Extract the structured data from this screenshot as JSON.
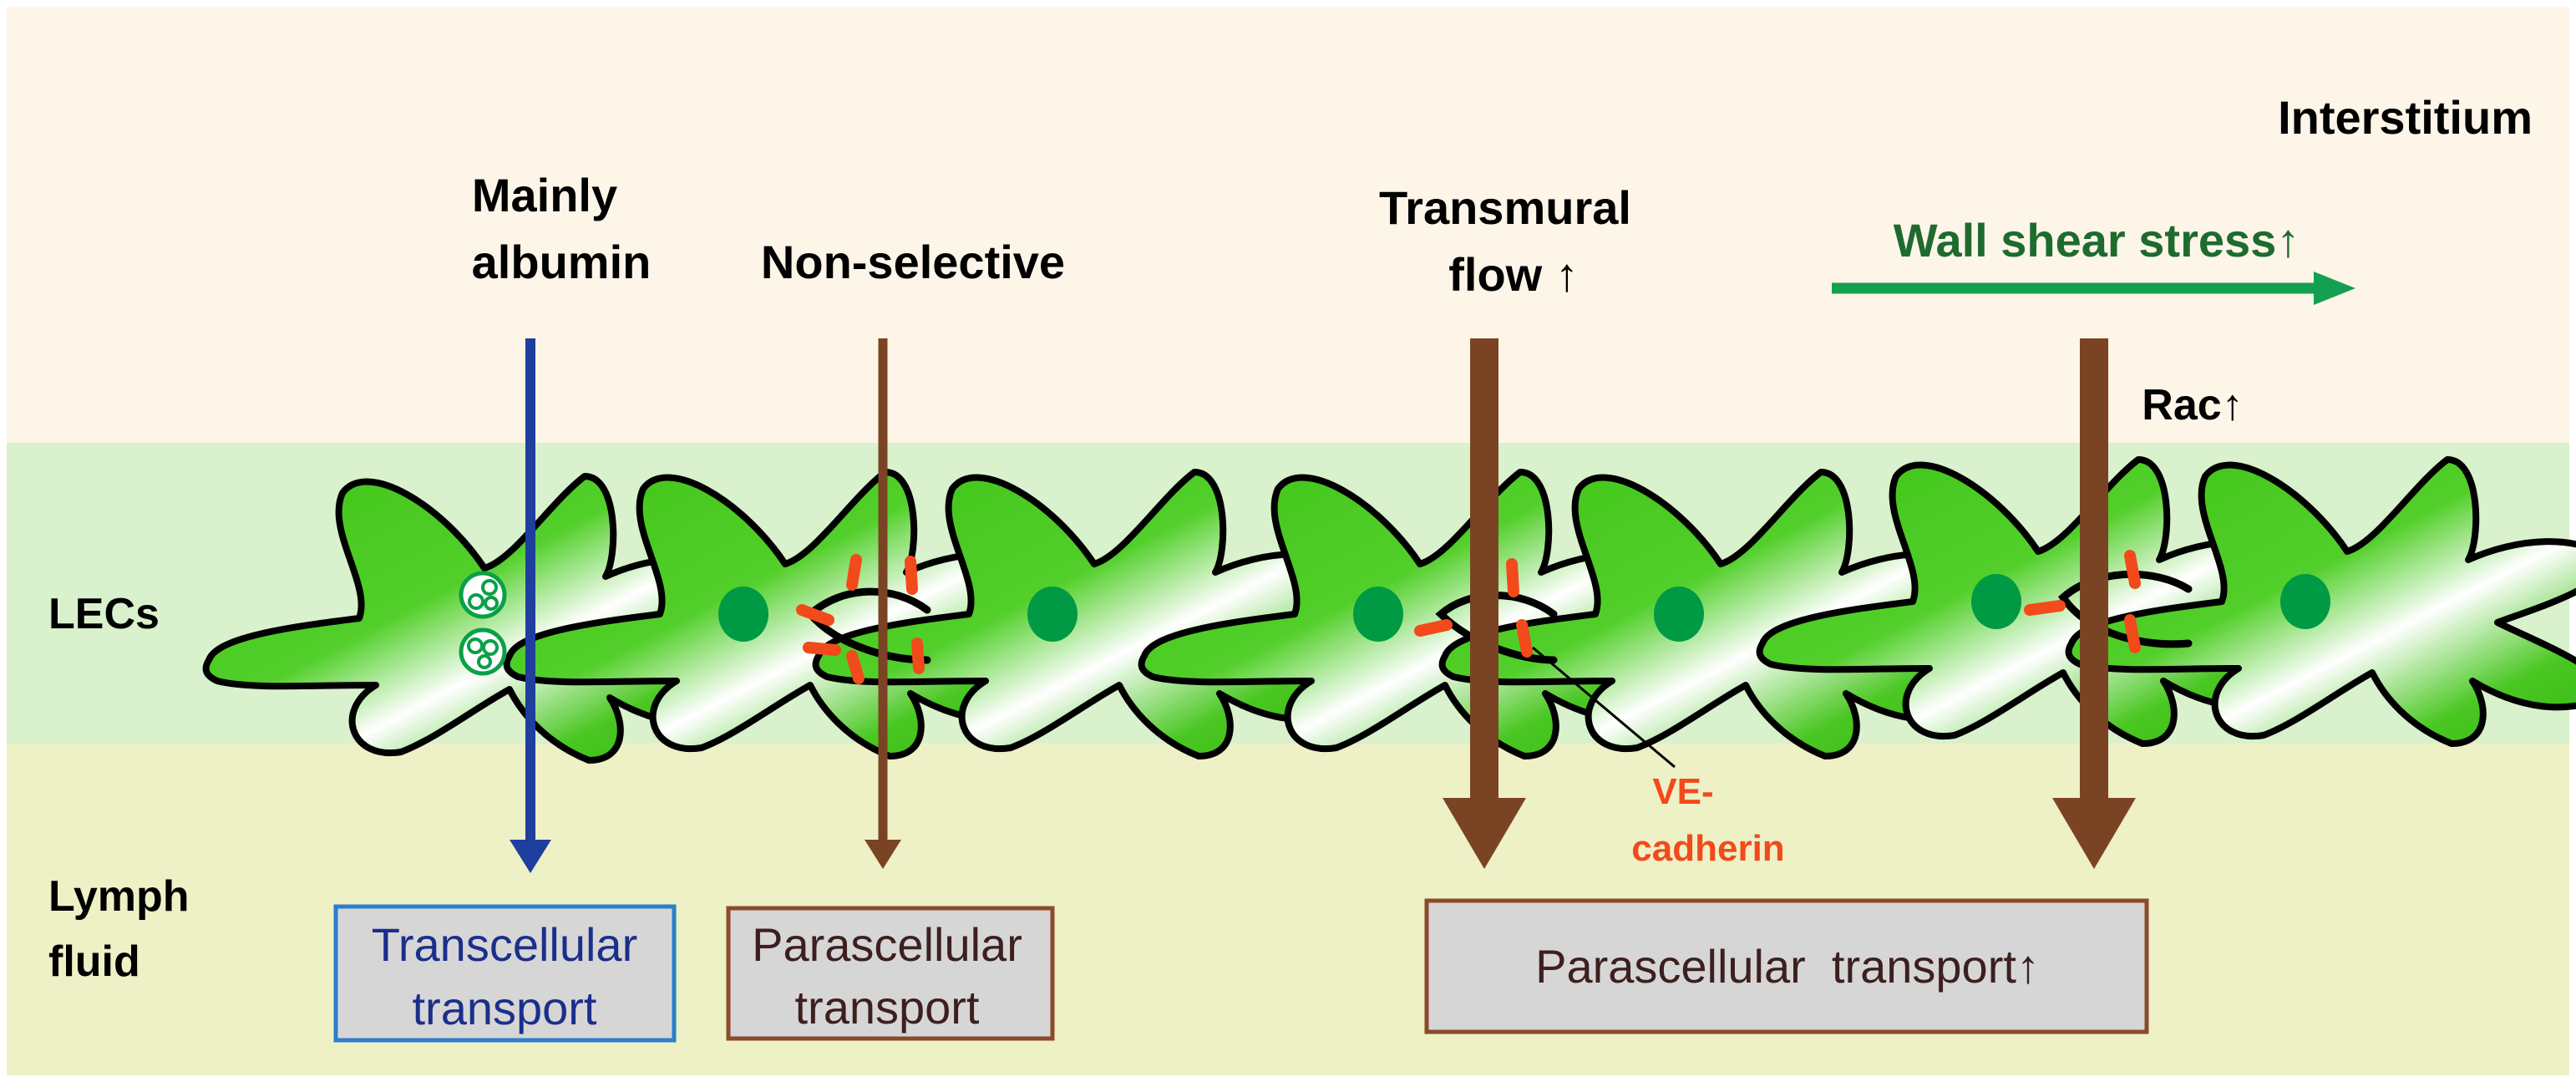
{
  "regions": {
    "interstitium": "Interstitium",
    "lecs": "LECs",
    "lymph_fluid_line1": "Lymph",
    "lymph_fluid_line2": "fluid"
  },
  "labels": {
    "mainly_albumin_line1": "Mainly",
    "mainly_albumin_line2": "albumin",
    "non_selective": "Non-selective",
    "transmural_flow_line1": "Transmural",
    "transmural_flow_line2": "flow ↑",
    "wall_shear_stress": "Wall shear stress↑",
    "rac": "Rac↑",
    "ve_cadherin_line1": "VE-",
    "ve_cadherin_line2": "cadherin"
  },
  "boxes": {
    "transcellular_line1": "Transcellular",
    "transcellular_line2": "transport",
    "parascellular_line1": "Parascellular",
    "parascellular_line2": "transport",
    "parascellular_increased": "Parascellular  transport↑"
  },
  "colors": {
    "interstitium_band": "#fdf5e8",
    "lec_band": "#d9f1cd",
    "lymph_band": "#eef0c6",
    "cell_green": "#3fc417",
    "nucleus": "#009a44",
    "ve_cadherin": "#f24a1a",
    "transcellular_arrow": "#1f3f9e",
    "parascellular_arrow": "#7a4424",
    "shear_arrow": "#14a050",
    "shear_text": "#1e6b2e",
    "transcellular_box_border": "#2b7fcc",
    "parascellular_box_border": "#8b4a2c",
    "box_fill": "#d6d6d6",
    "transcellular_text": "#1b2f8a",
    "parascellular_text": "#3d1f1f"
  }
}
